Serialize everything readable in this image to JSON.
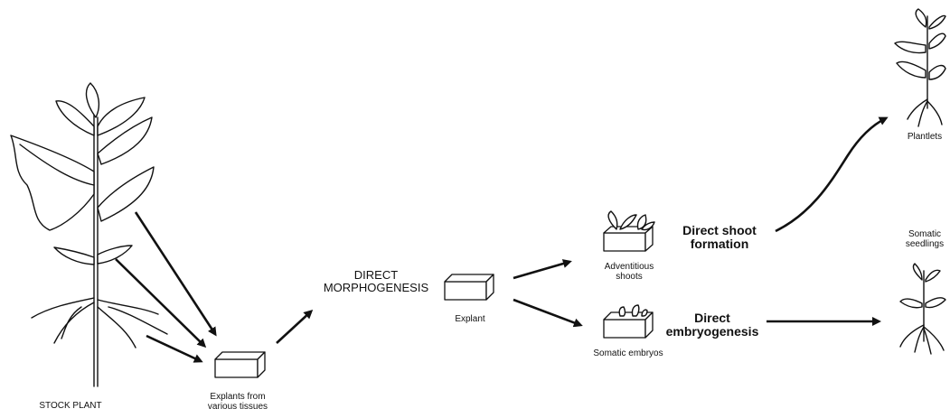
{
  "labels": {
    "stock_plant": "STOCK PLANT",
    "explants_line1": "Explants from",
    "explants_line2": "various tissues",
    "direct_line1": "DIRECT",
    "direct_line2": "MORPHOGENESIS",
    "explant": "Explant",
    "adventitious_line1": "Adventitious",
    "adventitious_line2": "shoots",
    "somatic_embryos": "Somatic embryos",
    "shoot_line1": "Direct shoot",
    "shoot_line2": "formation",
    "embryo_line1": "Direct",
    "embryo_line2": "embryogenesis",
    "plantlets": "Plantlets",
    "seedlings_line1": "Somatic",
    "seedlings_line2": "seedlings"
  },
  "icons": [
    "stock-plant-icon",
    "explant-cube-icon",
    "adventitious-shoots-icon",
    "somatic-embryos-icon",
    "plantlet-icon",
    "somatic-seedling-icon"
  ]
}
